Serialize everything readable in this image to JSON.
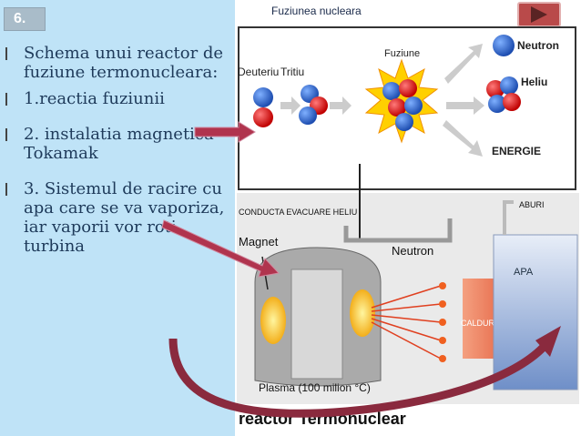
{
  "slide": {
    "number": "6.",
    "header_title": "Fuziunea nucleara"
  },
  "bullets": [
    {
      "text": "Schema unui reactor de fuziune termonucleara:"
    },
    {
      "text": "1.reactia fuziunii"
    },
    {
      "text": "2. instalatia magnetica Tokamak"
    },
    {
      "text": "3. Sistemul de racire cu apa care se va vaporiza, iar vaporii vor roti turbina"
    }
  ],
  "diagram": {
    "fusion": {
      "deuteriu": "Deuteriu",
      "tritiu": "Tritiu",
      "fuziune": "Fuziune",
      "neutron": "Neutron",
      "heliu": "Heliu",
      "energie": "ENERGIE"
    },
    "reactor": {
      "conducta": "CONDUCTA EVACUARE HELIU",
      "magnet": "Magnet",
      "neutron": "Neutron",
      "aburi": "ABURI",
      "apa": "APA",
      "caldura": "CALDURA",
      "plasma": "Plasma (100 milion °C)",
      "title": "reactor Termonuclear"
    }
  },
  "colors": {
    "background": "#bfe3f7",
    "text": "#1e3a5a",
    "accent_arrow": "#b0344e",
    "nav": "#b94a4a"
  }
}
